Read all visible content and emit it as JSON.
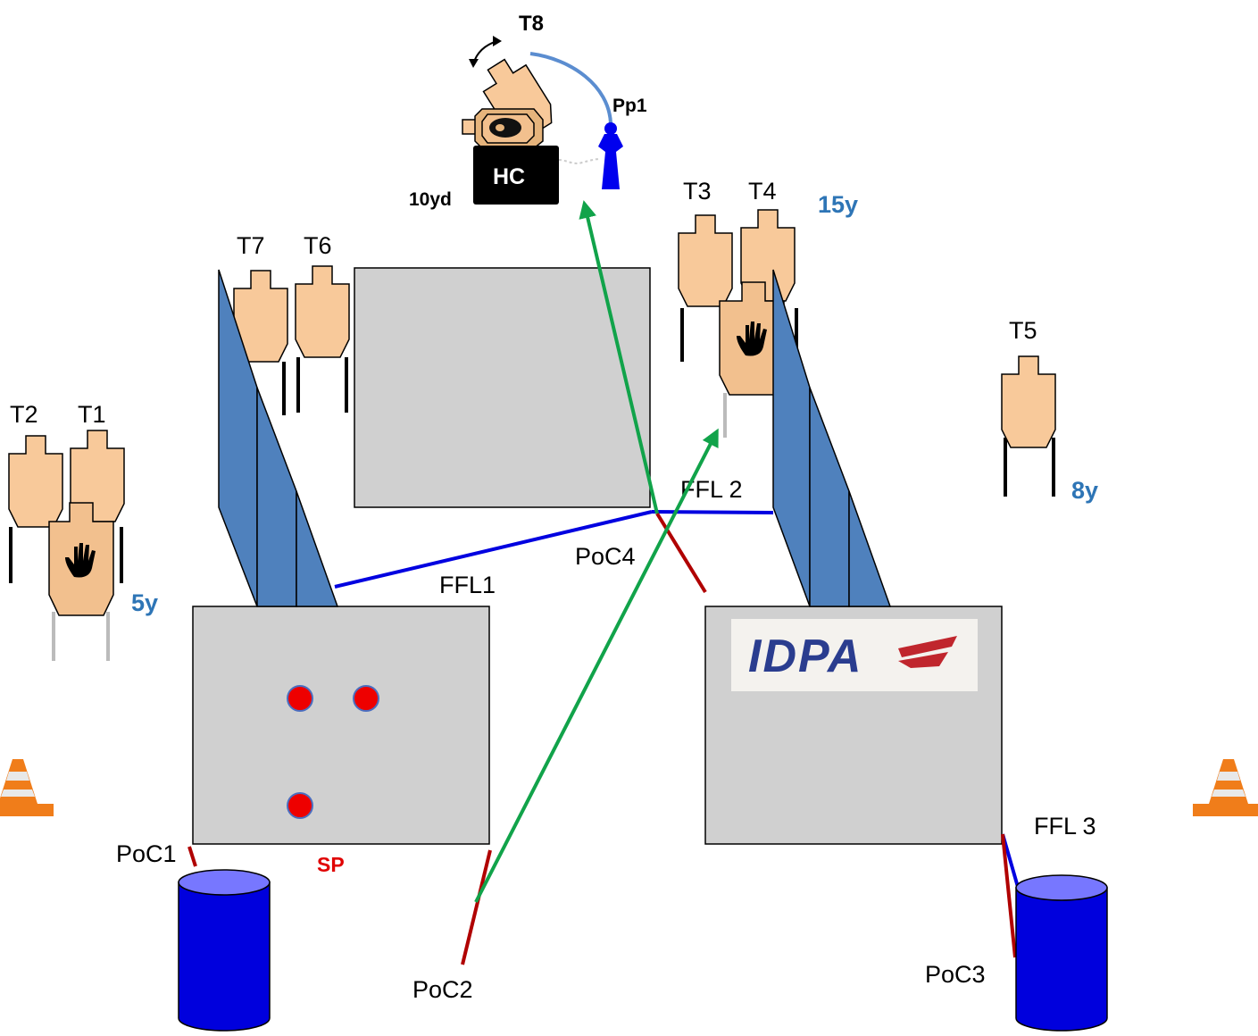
{
  "colors": {
    "target_fill": "#f8c99a",
    "noshoot_fill": "#f2c08e",
    "wall_fill": "#4f81bd",
    "barricade_fill": "#d0d0d0",
    "barrel_fill": "#0000dd",
    "barrel_top": "#7777ff",
    "fault_line": "#0000e0",
    "poc_line": "#b00000",
    "path_arrow": "#11a34a",
    "distance_text": "#2e75b6",
    "start_text": "#e00000",
    "cone_orange": "#f07d1a",
    "hc_box": "#000000",
    "popper": "#0000ee"
  },
  "labels": {
    "t1": "T1",
    "t2": "T2",
    "t3": "T3",
    "t4": "T4",
    "t5": "T5",
    "t6": "T6",
    "t7": "T7",
    "t8": "T8",
    "pp1": "Pp1",
    "hc": "HC",
    "hc_distance": "10yd",
    "d_5y": "5y",
    "d_8y": "8y",
    "d_15y": "15y",
    "ffl1": "FFL1",
    "ffl2": "FFL 2",
    "ffl3": "FFL 3",
    "poc1": "PoC1",
    "poc2": "PoC2",
    "poc3": "PoC3",
    "poc4": "PoC4",
    "sp": "SP",
    "logo": "IDPA"
  },
  "icons": {
    "target": "idpa-cardboard-target-icon",
    "noshoot": "no-shoot-hand-icon",
    "cone": "traffic-cone-icon",
    "barrel": "barrel-icon",
    "popper": "popper-icon",
    "start_mark": "start-position-dot-icon"
  }
}
